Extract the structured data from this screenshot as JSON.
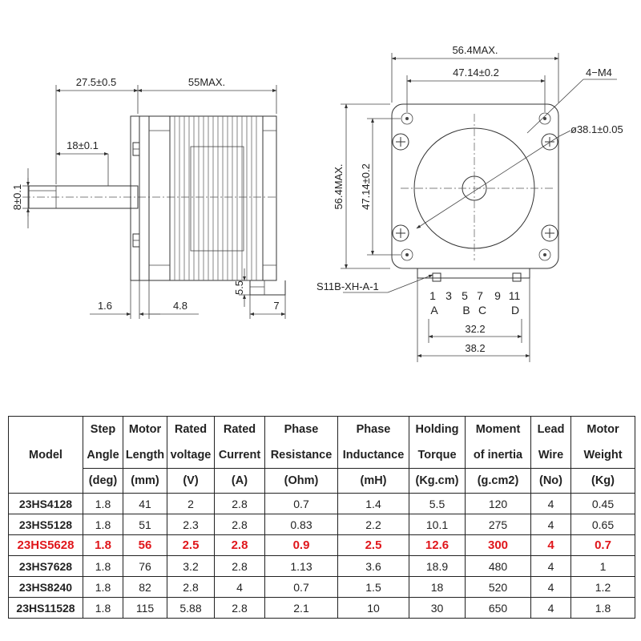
{
  "drawing": {
    "side": {
      "shaft_offset": "27.5±0.5",
      "body_length": "55MAX.",
      "shaft_flat": "18±0.1",
      "shaft_dia": "8±0.1",
      "flange_thk": "1.6",
      "boss": "4.8",
      "conn_h": "5.5",
      "conn_w": "7"
    },
    "front": {
      "width_max": "56.4MAX.",
      "hole_spacing": "47.14±0.2",
      "screw": "4−M4",
      "pilot_dia": "ø38.1±0.05",
      "height_max": "56.4MAX.",
      "hole_spacing_v": "47.14±0.2",
      "connector": "S11B-XH-A-1",
      "pins": [
        "1",
        "3",
        "5",
        "7",
        "9",
        "11"
      ],
      "pin_letters": [
        "A",
        "B",
        "C",
        "D"
      ],
      "conn_inner": "32.2",
      "conn_outer": "38.2"
    }
  },
  "table": {
    "headers": [
      [
        "Model"
      ],
      [
        "Step",
        "Angle"
      ],
      [
        "Motor",
        "Length"
      ],
      [
        "Rated",
        "voltage"
      ],
      [
        "Rated",
        "Current"
      ],
      [
        "Phase",
        "Resistance"
      ],
      [
        "Phase",
        "Inductance"
      ],
      [
        "Holding",
        "Torque"
      ],
      [
        "Moment",
        "of inertia"
      ],
      [
        "Lead",
        "Wire"
      ],
      [
        "Motor",
        "Weight"
      ]
    ],
    "units": [
      "(deg)",
      "(mm)",
      "(V)",
      "(A)",
      "(Ohm)",
      "(mH)",
      "(Kg.cm)",
      "(g.cm2)",
      "(No)",
      "(Kg)"
    ],
    "rows": [
      [
        "23HS4128",
        "1.8",
        "41",
        "2",
        "2.8",
        "0.7",
        "1.4",
        "5.5",
        "120",
        "4",
        "0.45"
      ],
      [
        "23HS5128",
        "1.8",
        "51",
        "2.3",
        "2.8",
        "0.83",
        "2.2",
        "10.1",
        "275",
        "4",
        "0.65"
      ],
      [
        "23HS5628",
        "1.8",
        "56",
        "2.5",
        "2.8",
        "0.9",
        "2.5",
        "12.6",
        "300",
        "4",
        "0.7"
      ],
      [
        "23HS7628",
        "1.8",
        "76",
        "3.2",
        "2.8",
        "1.13",
        "3.6",
        "18.9",
        "480",
        "4",
        "1"
      ],
      [
        "23HS8240",
        "1.8",
        "82",
        "2.8",
        "4",
        "0.7",
        "1.5",
        "18",
        "520",
        "4",
        "1.2"
      ],
      [
        "23HS11528",
        "1.8",
        "115",
        "5.88",
        "2.8",
        "2.1",
        "10",
        "30",
        "650",
        "4",
        "1.8"
      ]
    ],
    "highlight_row": 2,
    "highlight_color": "#e0161b"
  }
}
